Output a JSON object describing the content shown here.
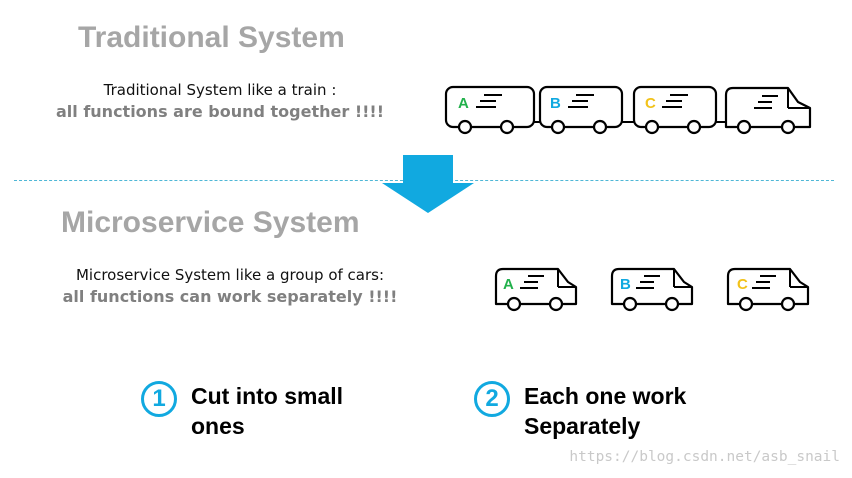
{
  "traditional": {
    "title": "Traditional System",
    "line1": "Traditional System like a train :",
    "line2": "all functions are bound together !!!!",
    "cars": [
      {
        "letter": "A",
        "color": "#22b14c"
      },
      {
        "letter": "B",
        "color": "#11a9e0"
      },
      {
        "letter": "C",
        "color": "#f2c21a"
      },
      {
        "letter": "",
        "color": "#000000"
      }
    ]
  },
  "microservice": {
    "title": "Microservice System",
    "line1": "Microservice System like a group of cars:",
    "line2": "all functions can work separately !!!!",
    "trucks": [
      {
        "letter": "A",
        "color": "#22b14c"
      },
      {
        "letter": "B",
        "color": "#11a9e0"
      },
      {
        "letter": "C",
        "color": "#f2c21a"
      }
    ]
  },
  "steps": [
    {
      "number": "1",
      "line1": "Cut into small",
      "line2": "ones"
    },
    {
      "number": "2",
      "line1": "Each one work",
      "line2": "Separately"
    }
  ],
  "watermark": "https://blog.csdn.net/asb_snail",
  "colors": {
    "arrow": "#11a9e0",
    "divider": "#4fb7d6",
    "title_gray": "#a6a6a6",
    "emphasis_gray": "#808080"
  },
  "icons": {
    "arrow": "down-arrow-icon",
    "car": "box-car-icon",
    "truck": "truck-icon"
  }
}
